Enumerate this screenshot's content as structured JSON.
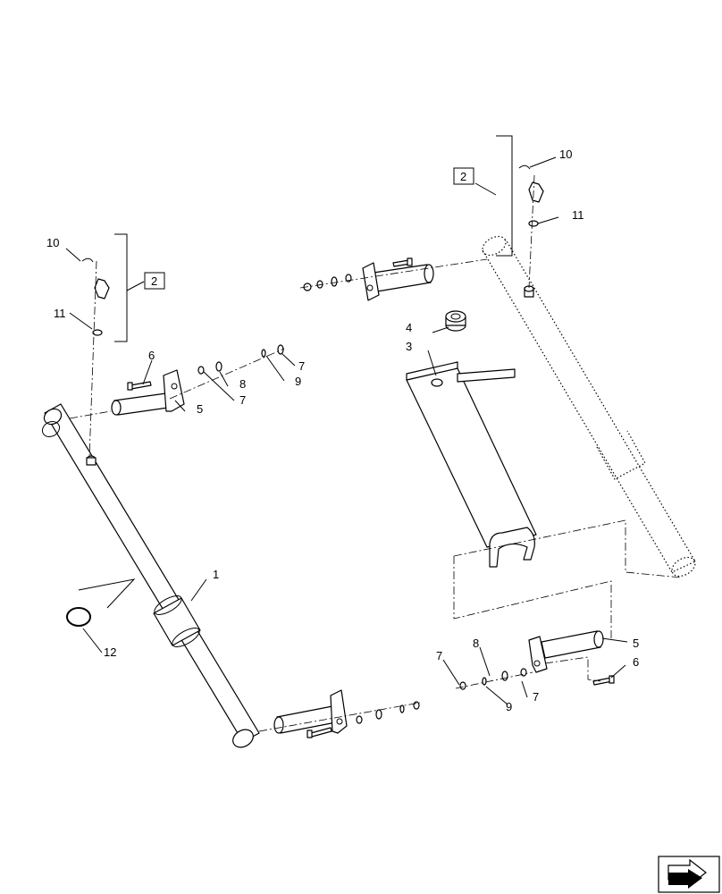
{
  "callouts": {
    "1": "1",
    "2": "2",
    "3": "3",
    "4": "4",
    "5": "5",
    "6": "6",
    "7": "7",
    "8": "8",
    "9": "9",
    "10": "10",
    "11": "11",
    "12": "12"
  },
  "nav_icon": "next-page-arrow-icon"
}
